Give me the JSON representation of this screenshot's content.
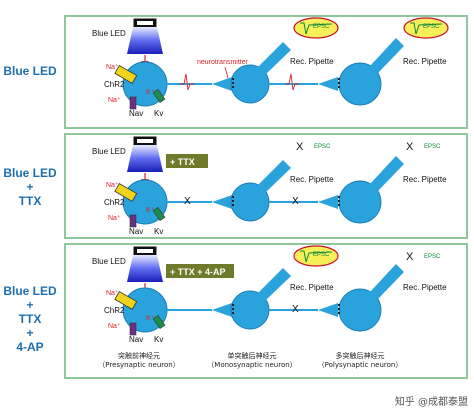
{
  "rows": [
    {
      "label_lines": [
        "Blue LED"
      ],
      "drug": "",
      "x_marks": false,
      "epsc_mono": true,
      "epsc_poly": true
    },
    {
      "label_lines": [
        "Blue LED",
        "+",
        "TTX"
      ],
      "drug": "+ TTX",
      "x_marks": true,
      "epsc_mono": false,
      "epsc_poly": false
    },
    {
      "label_lines": [
        "Blue LED",
        "+",
        "TTX",
        "+",
        "4-AP"
      ],
      "drug": "+ TTX + 4-AP",
      "x_marks": true,
      "epsc_mono": true,
      "epsc_poly": false
    }
  ],
  "labels": {
    "blue_led": "Blue LED",
    "chr2": "ChR2",
    "nav": "Nav",
    "kv": "Kv",
    "na": "Na⁺",
    "k": "K⁺",
    "epsc": "EPSC",
    "rec_pipette": "Rec. Pipette",
    "neurotransmitter": "neurotransmitter",
    "block": "X"
  },
  "neurons": [
    {
      "cn": "突触前神经元",
      "en": "（Presynaptic neuron）"
    },
    {
      "cn": "单突触后神经元",
      "en": "（Monosynaptic neuron）"
    },
    {
      "cn": "多突触后神经元",
      "en": "（Polysynaptic neuron）"
    }
  ],
  "watermark": "知乎 @成都泰盟",
  "colors": {
    "neuron": "#2aa3dd",
    "neuron_stroke": "#1b7fb8",
    "panel_border": "#8fc79a",
    "label_blue": "#1f6fb0",
    "red": "#d8232a",
    "chr2": "#f2d31b",
    "nav": "#6b2f86",
    "kv": "#1e8c4a",
    "drug_box": "#6f7a2a",
    "epsc_fill": "#f6ef5a",
    "epsc_stroke": "#c8102e"
  }
}
